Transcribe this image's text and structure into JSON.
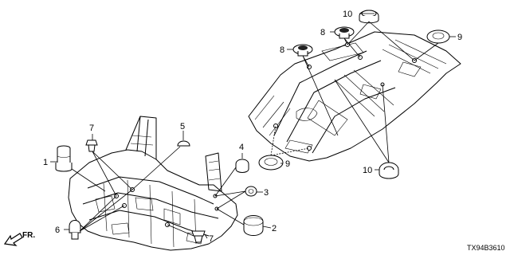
{
  "diagram": {
    "callouts": {
      "c1": "1",
      "c2": "2",
      "c3": "3",
      "c4": "4",
      "c5": "5",
      "c6": "6",
      "c7a": "7",
      "c7b": "7",
      "c8a": "8",
      "c8b": "8",
      "c9a": "9",
      "c9b": "9",
      "c10a": "10",
      "c10b": "10"
    },
    "direction_label": "FR.",
    "drawing_code": "TX94B3610"
  }
}
